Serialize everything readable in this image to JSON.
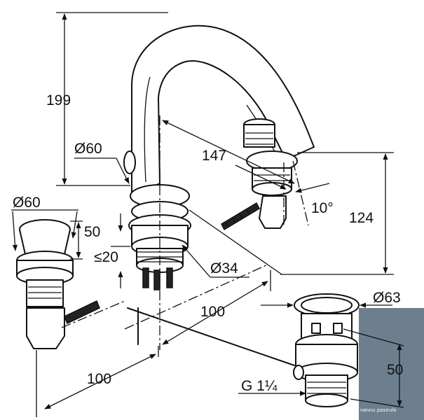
{
  "diagram": {
    "dimensions": {
      "height_total": "199",
      "spout_reach": "147",
      "spout_diameter": "Ø60",
      "handle_diameter": "Ø60",
      "handle_height": "50",
      "max_deck_thickness": "≤20",
      "base_diameter": "Ø34",
      "tilt_angle": "10°",
      "outlet_height": "124",
      "spacing_right": "100",
      "spacing_left": "100",
      "waste_diameter": "Ø63",
      "waste_height": "50",
      "waste_thread": "G 1¼"
    },
    "watermark": {
      "text": "vannu paseule"
    }
  }
}
